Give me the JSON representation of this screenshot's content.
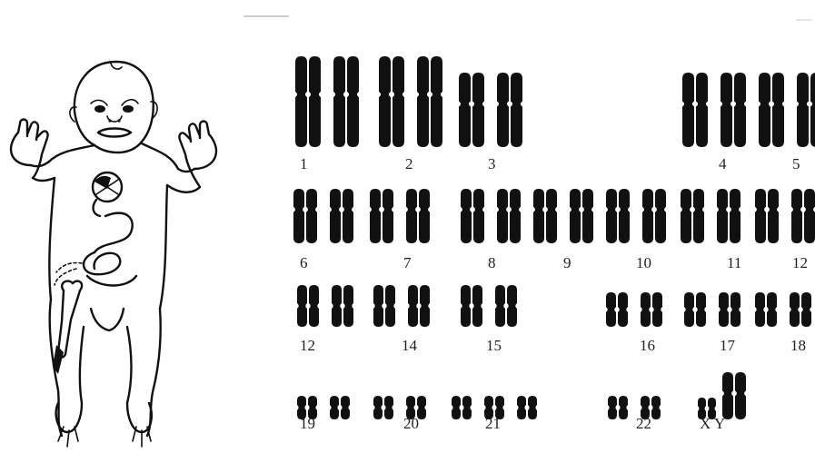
{
  "figure": {
    "illustration": "infant-with-trisomy-21",
    "karyotype": {
      "rows": [
        {
          "groups": [
            {
              "label": "1",
              "count": 2,
              "size": "xl"
            },
            {
              "label": "2",
              "count": 2,
              "size": "xl"
            },
            {
              "label": "3",
              "count": 2,
              "size": "l"
            },
            {
              "label": "4",
              "count": 2,
              "size": "l"
            },
            {
              "label": "5",
              "count": 2,
              "size": "l"
            }
          ]
        },
        {
          "groups": [
            {
              "label": "6",
              "count": 2,
              "size": "m"
            },
            {
              "label": "7",
              "count": 2,
              "size": "m"
            },
            {
              "label": "8",
              "count": 2,
              "size": "m"
            },
            {
              "label": "9",
              "count": 2,
              "size": "m"
            },
            {
              "label": "10",
              "count": 2,
              "size": "m"
            },
            {
              "label": "11",
              "count": 2,
              "size": "m"
            },
            {
              "label": "12",
              "count": 2,
              "size": "m"
            }
          ]
        },
        {
          "groups": [
            {
              "label": "12",
              "count": 2,
              "size": "s"
            },
            {
              "label": "14",
              "count": 2,
              "size": "s"
            },
            {
              "label": "15",
              "count": 2,
              "size": "s"
            },
            {
              "label": "16",
              "count": 2,
              "size": "xs"
            },
            {
              "label": "17",
              "count": 2,
              "size": "xs"
            },
            {
              "label": "18",
              "count": 2,
              "size": "xs"
            }
          ]
        },
        {
          "groups": [
            {
              "label": "19",
              "count": 2,
              "size": "xxs"
            },
            {
              "label": "20",
              "count": 2,
              "size": "xxs"
            },
            {
              "label": "21",
              "count": 3,
              "size": "xxs"
            },
            {
              "label": "22",
              "count": 2,
              "size": "xxs"
            },
            {
              "label": "X Y",
              "count": 2,
              "size": "sex"
            }
          ]
        }
      ]
    }
  }
}
